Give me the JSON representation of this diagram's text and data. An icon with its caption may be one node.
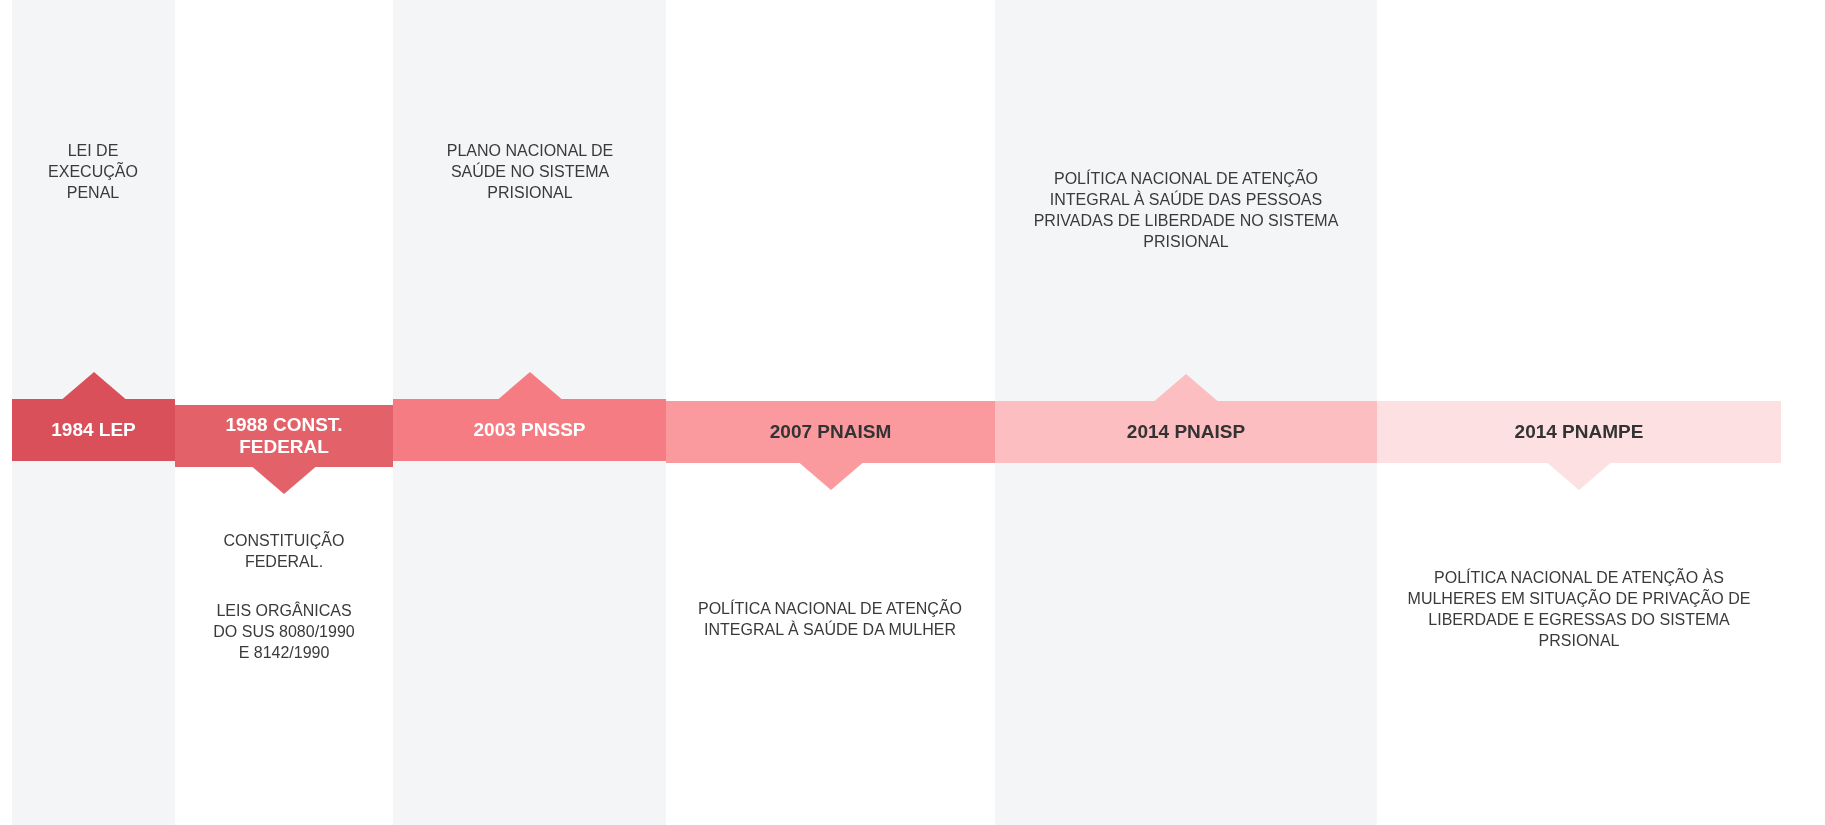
{
  "diagram": {
    "nodes": [
      {
        "text": [
          "1984 LEP"
        ]
      },
      {
        "text": [
          "1988 CONST. FEDERAL"
        ]
      },
      {
        "text": [
          "2003 PNSSP"
        ]
      },
      {
        "text": [
          "2007 PNAISM"
        ]
      },
      {
        "text": [
          "2014 PNAISP"
        ]
      },
      {
        "text": [
          "2014 PNAMPE"
        ]
      }
    ],
    "labels": [
      "LEI DE EXECUÇÃO PENAL",
      "PLANO NACIONAL DE SAÚDE NO SISTEMA PRISIONAL",
      "POLÍTICA NACIONAL DE ATENÇÃO INTEGRAL À SAÚDE DAS PESSOAS PRIVADAS DE LIBERDADE NO SISTEMA PRISIONAL",
      "CONSTITUIÇÃO FEDERAL.",
      "LEIS ORGÂNICAS DO SUS 8080/1990 E 8142/1990",
      "POLÍTICA NACIONAL DE ATENÇÃO INTEGRAL À SAÚDE DA MULHER",
      "POLÍTICA NACIONAL DE ATENÇÃO ÀS MULHERES EM SITUAÇÃO DE PRIVAÇÃO DE LIBERDADE E EGRESSAS DO SISTEMA PRSIONAL"
    ]
  }
}
